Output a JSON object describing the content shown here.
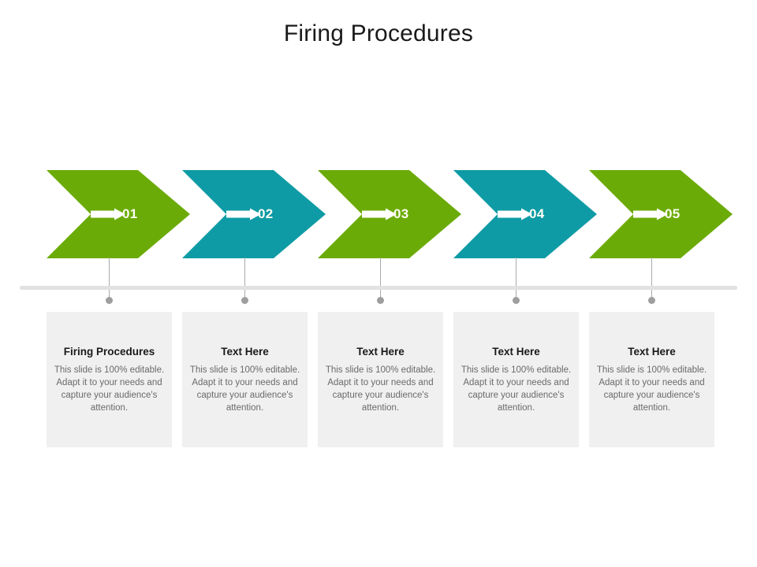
{
  "slide": {
    "title": "Firing Procedures",
    "background_color": "#FFFFFF"
  },
  "theme": {
    "green": "#6BAB08",
    "teal": "#0E9BA5",
    "card_bg": "#F0F0F0",
    "axis_color": "#E2E2E2",
    "dot_color": "#9E9E9E",
    "connector_color": "#AAAAAA",
    "number_color": "#FDFDF4",
    "title_color": "#1A1A1A",
    "body_color": "#6A6A6A"
  },
  "steps": [
    {
      "number": "01",
      "color": "#6BAB08",
      "color_name": "green",
      "arrow_icon": "arrow-right-icon",
      "card": {
        "title": "Firing Procedures",
        "body": "This slide is 100% editable. Adapt it to your needs and capture your audience's attention."
      }
    },
    {
      "number": "02",
      "color": "#0E9BA5",
      "color_name": "teal",
      "arrow_icon": "arrow-right-icon",
      "card": {
        "title": "Text Here",
        "body": "This slide is 100% editable. Adapt it to your needs and capture your audience's attention."
      }
    },
    {
      "number": "03",
      "color": "#6BAB08",
      "color_name": "green",
      "arrow_icon": "arrow-right-icon",
      "card": {
        "title": "Text Here",
        "body": "This slide is 100% editable. Adapt it to your needs and capture your audience's attention."
      }
    },
    {
      "number": "04",
      "color": "#0E9BA5",
      "color_name": "teal",
      "arrow_icon": "arrow-right-icon",
      "card": {
        "title": "Text Here",
        "body": "This slide is 100% editable. Adapt it to your needs and capture your audience's attention."
      }
    },
    {
      "number": "05",
      "color": "#6BAB08",
      "color_name": "green",
      "arrow_icon": "arrow-right-icon",
      "card": {
        "title": "Text Here",
        "body": "This slide is 100% editable. Adapt it to your needs and capture your audience's attention."
      }
    }
  ]
}
